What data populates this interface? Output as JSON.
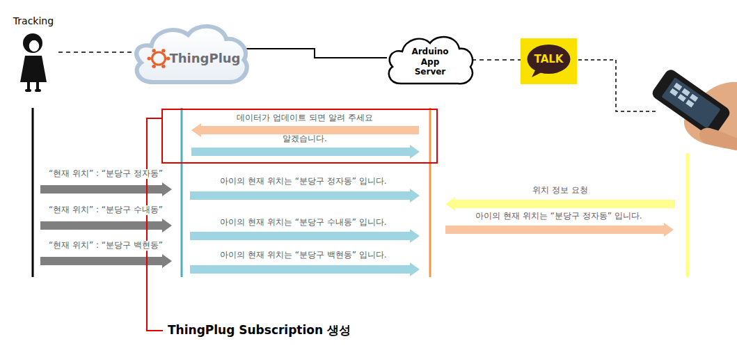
{
  "diagram": {
    "nodes": [
      {
        "text": [
          "Tracking"
        ]
      },
      {
        "text": [
          "ThingPlug"
        ]
      },
      {
        "text": [
          "Arduino App Server"
        ]
      },
      {
        "text": [
          "TALK"
        ]
      }
    ],
    "edges": [
      {
        "from": 0,
        "to": 1,
        "arrow": "none"
      },
      {
        "from": 1,
        "to": 2,
        "arrow": "none"
      },
      {
        "from": 2,
        "to": 3,
        "arrow": "none"
      }
    ],
    "labels": [
      "데이터가 업데이트 되면 알려 주세요",
      "알겠습니다.",
      "“현재 위치” : “분당구 정자동”",
      "아이의 현재 위치는 “분당구 정자동” 입니다.",
      "위치 정보 요청",
      "“현재 위치” : “분당구 수내동”",
      "아이의 현재 위치는 “분당구 정자동” 입니다.",
      "아이의 현재 위치는 “분당구 수내동” 입니다.",
      "“현재 위치” : “분당구 백현동”",
      "아이의 현재 위치는 “분당구 백현동” 입니다.",
      "ThingPlug Subscription 생성"
    ]
  }
}
